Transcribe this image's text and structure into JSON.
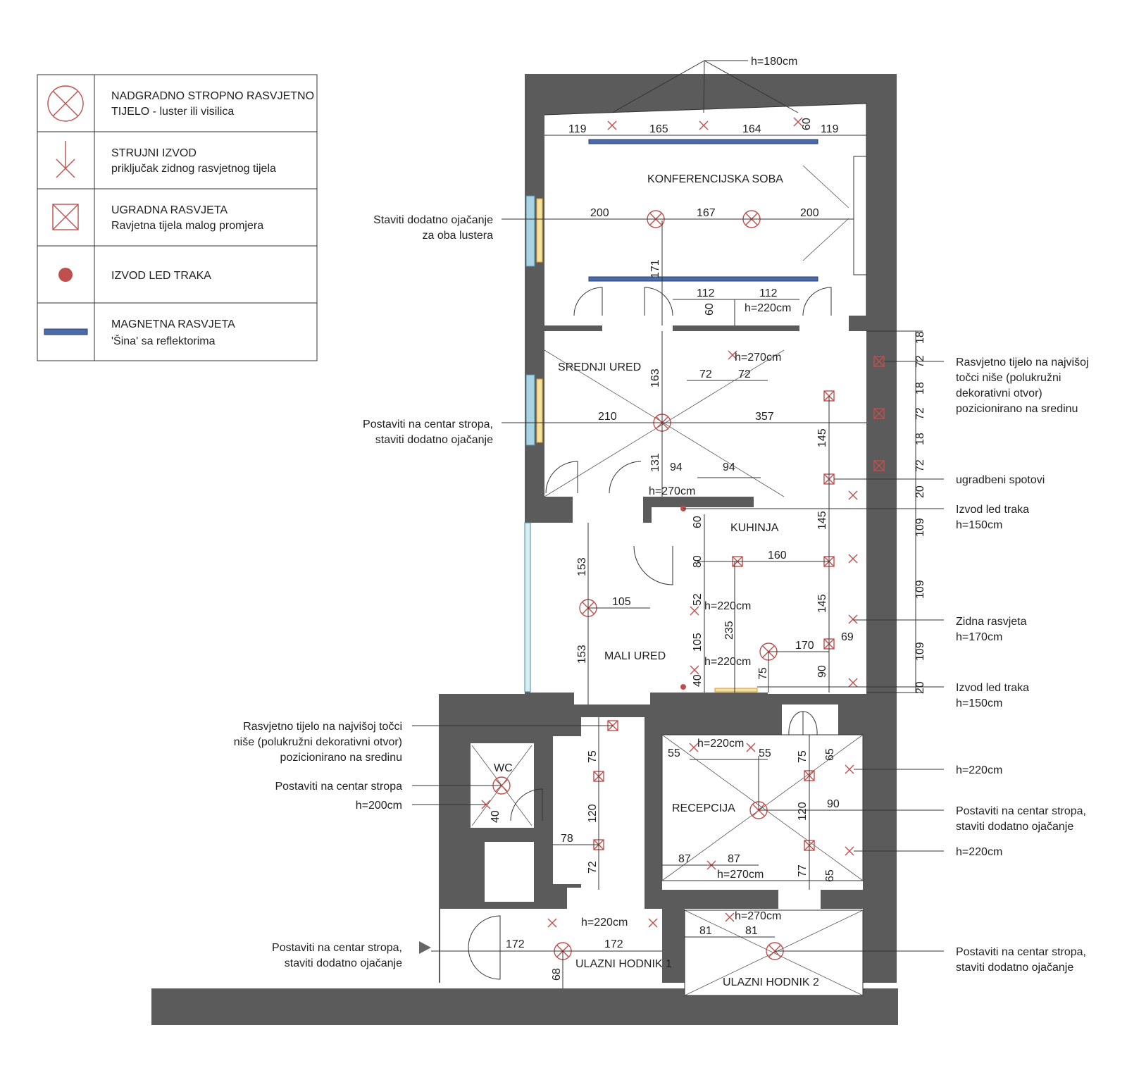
{
  "legend": [
    {
      "symbol": "pendant-symbol",
      "line1": "NADGRADNO STROPNO RASVJETNO",
      "line2": "TIJELO - luster ili visilica"
    },
    {
      "symbol": "wall-outlet-symbol",
      "line1": "STRUJNI IZVOD",
      "line2": "priključak zidnog rasvjetnog tijela"
    },
    {
      "symbol": "recessed-light-symbol",
      "line1": "UGRADNA RASVJETA",
      "line2": "Ravjetna tijela malog promjera"
    },
    {
      "symbol": "led-outlet-symbol",
      "line1": "IZVOD LED TRAKA",
      "line2": ""
    },
    {
      "symbol": "magnetic-rail-symbol",
      "line1": "MAGNETNA RASVJETA",
      "line2": "'Šina' sa reflektorima"
    }
  ],
  "rooms": {
    "konferencijska": "KONFERENCIJSKA SOBA",
    "srednji": "SREDNJI URED",
    "kuhinja": "KUHINJA",
    "mali": "MALI URED",
    "wc": "WC",
    "recepcija": "RECEPCIJA",
    "hodnik1": "ULAZNI HODNIK 1",
    "hodnik2": "ULAZNI HODNIK 2"
  },
  "heights": {
    "h180": "h=180cm",
    "h220_konf": "h=220cm",
    "h270_srednji_top": "h=270cm",
    "h270_srednji_bottom": "h=270cm",
    "h220_kuh1": "h=220cm",
    "h220_kuh2": "h=220cm",
    "h220_rec": "h=220cm",
    "h270_rec": "h=270cm",
    "h200_wc": "h=200cm",
    "h220_hod1": "h=220cm",
    "h270_hod2": "h=270cm"
  },
  "annotations_left": {
    "konf_1": "Staviti dodatno ojačanje",
    "konf_2": "za oba lustera",
    "srednji_1": "Postaviti na centar stropa,",
    "srednji_2": "staviti dodatno ojačanje",
    "nisa_1": "Rasvjetno tijelo na najvišoj točci",
    "nisa_2": "niše (polukružni dekorativni otvor)",
    "nisa_3": "pozicionirano na sredinu",
    "wc_center": "Postaviti na centar stropa",
    "wc_h": "h=200cm",
    "hod1_1": "Postaviti na centar stropa,",
    "hod1_2": "staviti dodatno ojačanje"
  },
  "annotations_right": {
    "nisa_1": "Rasvjetno tijelo na najvišoj",
    "nisa_2": "točci niše (polukružni",
    "nisa_3": "dekorativni otvor)",
    "nisa_4": "pozicionirano na sredinu",
    "spotovi": "ugradbeni spotovi",
    "led1_1": "Izvod led traka",
    "led1_2": "h=150cm",
    "zidna_1": "Zidna rasvjeta",
    "zidna_2": "h=170cm",
    "led2_1": "Izvod led traka",
    "led2_2": "h=150cm",
    "rec_h1": "h=220cm",
    "rec_c1": "Postaviti na centar stropa,",
    "rec_c2": "staviti dodatno ojačanje",
    "rec_h2": "h=220cm",
    "hod2_1": "Postaviti na centar stropa,",
    "hod2_2": "staviti dodatno ojačanje"
  },
  "dims": {
    "k_119a": "119",
    "k_165": "165",
    "k_164": "164",
    "k_60a": "60",
    "k_119b": "119",
    "k_200a": "200",
    "k_167": "167",
    "k_200b": "200",
    "k_171": "171",
    "k_112a": "112",
    "k_112b": "112",
    "k_60b": "60",
    "s_72a": "72",
    "s_72b": "72",
    "s_163": "163",
    "s_210": "210",
    "s_357": "357",
    "s_131": "131",
    "s_94a": "94",
    "s_94b": "94",
    "r_18a": "18",
    "r_72a": "72",
    "r_18b": "18",
    "r_72b": "72",
    "r_18c": "18",
    "r_72c": "72",
    "r_20a": "20",
    "r_109a": "109",
    "r_109b": "109",
    "r_109c": "109",
    "r_20b": "20",
    "kh_145a": "145",
    "kh_145b": "145",
    "kh_145c": "145",
    "kh_60": "60",
    "kh_80": "80",
    "kh_160": "160",
    "kh_52": "52",
    "kh_235": "235",
    "kh_105": "105",
    "kh_170": "170",
    "kh_69": "69",
    "kh_75": "75",
    "kh_90": "90",
    "kh_40": "40",
    "m_153a": "153",
    "m_105": "105",
    "m_153b": "153",
    "wc_40": "40",
    "c_75": "75",
    "c_120": "120",
    "c_78": "78",
    "c_72": "72",
    "rc_55a": "55",
    "rc_55b": "55",
    "rc_75": "75",
    "rc_65a": "65",
    "rc_90": "90",
    "rc_120": "120",
    "rc_87a": "87",
    "rc_87b": "87",
    "rc_77": "77",
    "rc_65b": "65",
    "h1_172a": "172",
    "h1_172b": "172",
    "h1_68": "68",
    "h2_81a": "81",
    "h2_81b": "81"
  }
}
